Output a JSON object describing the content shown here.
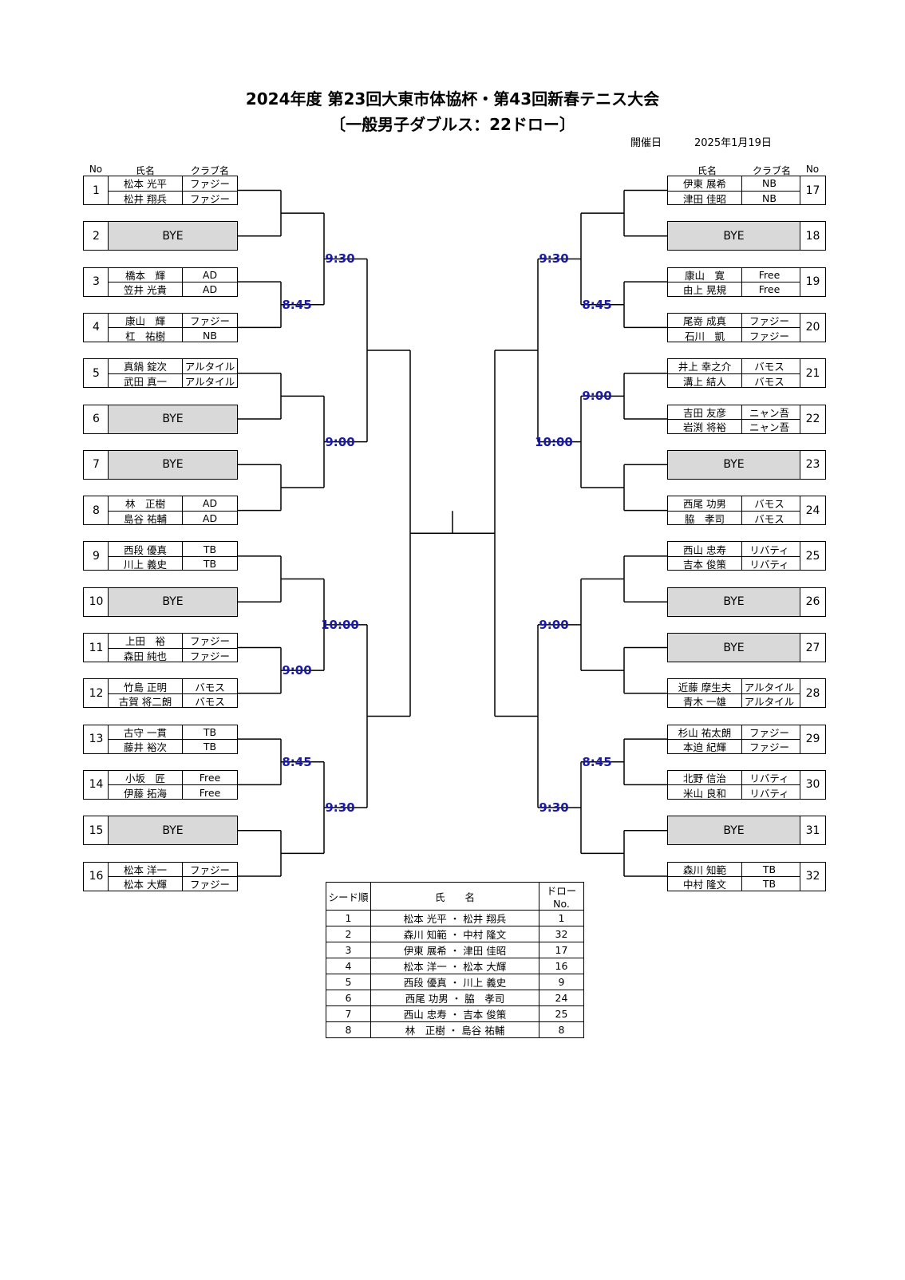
{
  "title_line1": "2024年度 第23回大東市体協杯・第43回新春テニス大会",
  "title_line2": "〔一般男子ダブルス：22ドロー〕",
  "date_label": "開催日",
  "date_value": "2025年1月19日",
  "headers": {
    "no": "No",
    "name": "氏名",
    "club": "クラブ名"
  },
  "bye_label": "BYE",
  "left_entries": [
    {
      "no": "1",
      "p1": "松本 光平",
      "c1": "ファジー",
      "p2": "松井 翔兵",
      "c2": "ファジー"
    },
    {
      "no": "2",
      "bye": true
    },
    {
      "no": "3",
      "p1": "橋本　輝",
      "c1": "AD",
      "p2": "笠井 光貴",
      "c2": "AD"
    },
    {
      "no": "4",
      "p1": "康山　輝",
      "c1": "ファジー",
      "p2": "杠　祐樹",
      "c2": "NB"
    },
    {
      "no": "5",
      "p1": "真鍋 錠次",
      "c1": "アルタイル",
      "p2": "武田 真一",
      "c2": "アルタイル"
    },
    {
      "no": "6",
      "bye": true
    },
    {
      "no": "7",
      "bye": true
    },
    {
      "no": "8",
      "p1": "林　正樹",
      "c1": "AD",
      "p2": "島谷 祐輔",
      "c2": "AD"
    },
    {
      "no": "9",
      "p1": "西段 優真",
      "c1": "TB",
      "p2": "川上 義史",
      "c2": "TB"
    },
    {
      "no": "10",
      "bye": true
    },
    {
      "no": "11",
      "p1": "上田　裕",
      "c1": "ファジー",
      "p2": "森田 純也",
      "c2": "ファジー"
    },
    {
      "no": "12",
      "p1": "竹島 正明",
      "c1": "バモス",
      "p2": "古賀 将二朗",
      "c2": "バモス"
    },
    {
      "no": "13",
      "p1": "古守 一貫",
      "c1": "TB",
      "p2": "藤井 裕次",
      "c2": "TB"
    },
    {
      "no": "14",
      "p1": "小坂　匠",
      "c1": "Free",
      "p2": "伊藤 拓海",
      "c2": "Free"
    },
    {
      "no": "15",
      "bye": true
    },
    {
      "no": "16",
      "p1": "松本 洋一",
      "c1": "ファジー",
      "p2": "松本 大輝",
      "c2": "ファジー"
    }
  ],
  "right_entries": [
    {
      "no": "17",
      "p1": "伊東 展希",
      "c1": "NB",
      "p2": "津田 佳昭",
      "c2": "NB"
    },
    {
      "no": "18",
      "bye": true
    },
    {
      "no": "19",
      "p1": "康山　寛",
      "c1": "Free",
      "p2": "由上 晃規",
      "c2": "Free"
    },
    {
      "no": "20",
      "p1": "尾嵜 成真",
      "c1": "ファジー",
      "p2": "石川　凱",
      "c2": "ファジー"
    },
    {
      "no": "21",
      "p1": "井上 幸之介",
      "c1": "バモス",
      "p2": "溝上 結人",
      "c2": "バモス"
    },
    {
      "no": "22",
      "p1": "吉田 友彦",
      "c1": "ニャン吾",
      "p2": "岩渕 将裕",
      "c2": "ニャン吾"
    },
    {
      "no": "23",
      "bye": true
    },
    {
      "no": "24",
      "p1": "西尾 功男",
      "c1": "バモス",
      "p2": "脇　孝司",
      "c2": "バモス"
    },
    {
      "no": "25",
      "p1": "西山 忠寿",
      "c1": "リバティ",
      "p2": "吉本 俊策",
      "c2": "リバティ"
    },
    {
      "no": "26",
      "bye": true
    },
    {
      "no": "27",
      "bye": true
    },
    {
      "no": "28",
      "p1": "近藤 摩生夫",
      "c1": "アルタイル",
      "p2": "青木 一雄",
      "c2": "アルタイル"
    },
    {
      "no": "29",
      "p1": "杉山 祐太朗",
      "c1": "ファジー",
      "p2": "本迫 紀輝",
      "c2": "ファジー"
    },
    {
      "no": "30",
      "p1": "北野 信治",
      "c1": "リバティ",
      "p2": "米山 良和",
      "c2": "リバティ"
    },
    {
      "no": "31",
      "bye": true
    },
    {
      "no": "32",
      "p1": "森川 知範",
      "c1": "TB",
      "p2": "中村 隆文",
      "c2": "TB"
    }
  ],
  "times": {
    "l_r1": [
      "9:30",
      "8:45",
      "9:00",
      "9:00",
      "8:45",
      "9:30"
    ],
    "l_r2": [
      "10:00"
    ],
    "r_r1": [
      "9:30",
      "8:45",
      "9:00",
      "9:00",
      "8:45",
      "9:30"
    ],
    "r_r2": [
      "10:00"
    ]
  },
  "seed_table": {
    "headers": [
      "シード順",
      "氏　　名",
      "ドローNo."
    ],
    "rows": [
      [
        "1",
        "松本 光平 ・ 松井 翔兵",
        "1"
      ],
      [
        "2",
        "森川 知範 ・ 中村 隆文",
        "32"
      ],
      [
        "3",
        "伊東 展希 ・ 津田 佳昭",
        "17"
      ],
      [
        "4",
        "松本 洋一 ・ 松本 大輝",
        "16"
      ],
      [
        "5",
        "西段 優真 ・ 川上 義史",
        "9"
      ],
      [
        "6",
        "西尾 功男 ・ 脇　孝司",
        "24"
      ],
      [
        "7",
        "西山 忠寿 ・ 吉本 俊策",
        "25"
      ],
      [
        "8",
        "林　正樹 ・ 島谷 祐輔",
        "8"
      ]
    ]
  }
}
